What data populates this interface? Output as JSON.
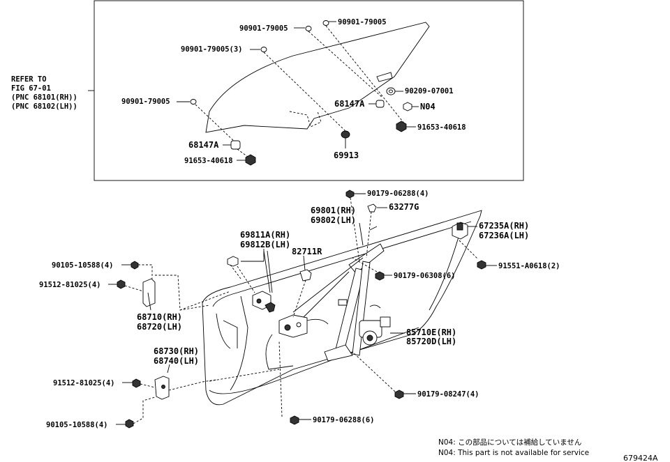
{
  "refer": {
    "line1": "REFER TO",
    "line2": "FIG 67-01",
    "line3": "(PNC 68101(RH))",
    "line4": "(PNC 68102(LH))"
  },
  "labels": {
    "p90901_top": "90901-79005",
    "p90901_mid": "90901-79005",
    "p90901_3": "90901-79005(3)",
    "p90901_left": "90901-79005",
    "p90209": "90209-07001",
    "p68147_right": "68147A",
    "n04": "N04",
    "p91653_right": "91653-40618",
    "p68147_left": "68147A",
    "p69913": "69913",
    "p91653_left": "91653-40618",
    "p90179_top": "90179-06288(4)",
    "p63277": "63277G",
    "p69801": "69801(RH)",
    "p69802": "69802(LH)",
    "p67235": "67235A(RH)",
    "p67236": "67236A(LH)",
    "p69811": "69811A(RH)",
    "p69812": "69812B(LH)",
    "p82711": "82711R",
    "p90105_top": "90105-10588(4)",
    "p91551": "91551-A0618(2)",
    "p91512_top": "91512-81025(4)",
    "p90179_mid": "90179-06308(6)",
    "p68710": "68710(RH)",
    "p68720": "68720(LH)",
    "p85710": "85710E(RH)",
    "p85720": "85720D(LH)",
    "p68730": "68730(RH)",
    "p68740": "68740(LH)",
    "p91512_bot": "91512-81025(4)",
    "p90179_low": "90179-08247(4)",
    "p90105_bot": "90105-10588(4)",
    "p90179_bot": "90179-06288(6)"
  },
  "notes": {
    "jp": "N04: この部品については補給していません",
    "en": "N04: This part is not available for service"
  },
  "figure_no": "679424A"
}
